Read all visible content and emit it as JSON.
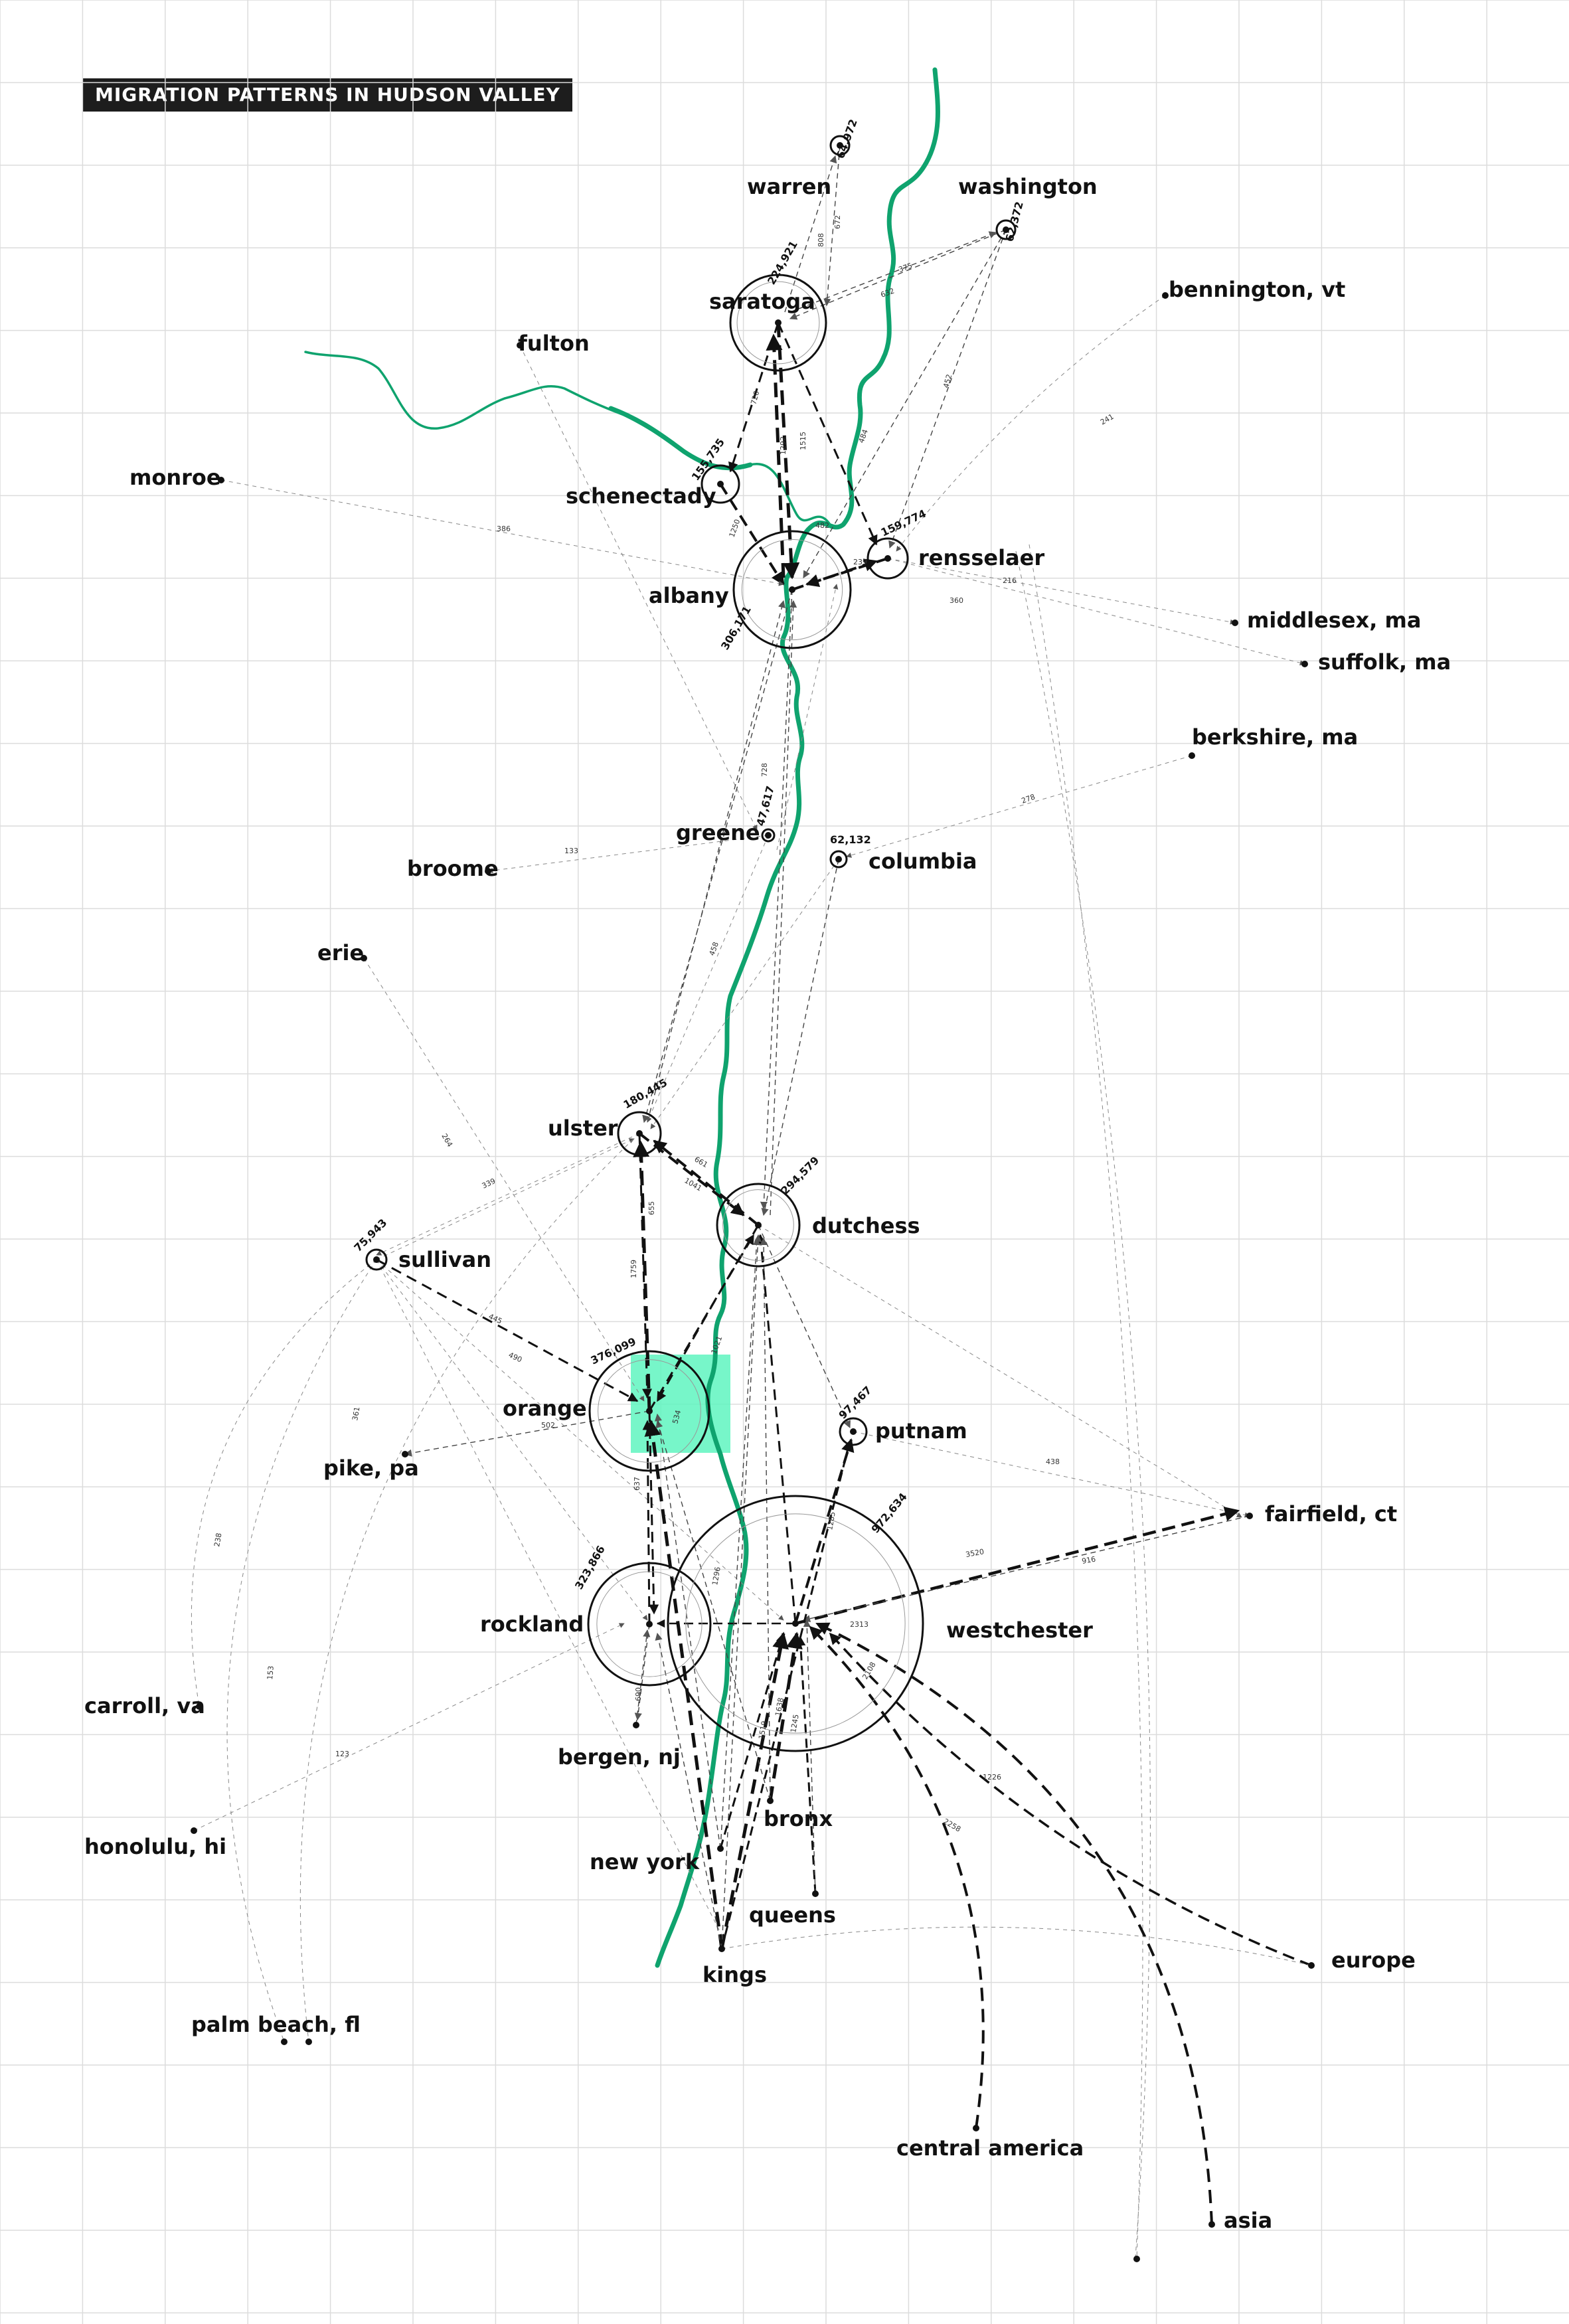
{
  "title": "MIGRATION PATTERNS IN HUDSON VALLEY",
  "colors": {
    "river": "#0fa36e",
    "highlight": "#5ff5c0",
    "grid": "#d9d9d9",
    "ink": "#111111"
  },
  "places": {
    "warren": "warren",
    "washington": "washington",
    "saratoga": "saratoga",
    "fulton": "fulton",
    "bennington": "bennington, vt",
    "monroe": "monroe",
    "schenectady": "schenectady",
    "albany": "albany",
    "rensselaer": "rensselaer",
    "middlesex": "middlesex, ma",
    "suffolk": "suffolk, ma",
    "berkshire": "berkshire, ma",
    "greene": "greene",
    "columbia": "columbia",
    "broome": "broome",
    "erie": "erie",
    "ulster": "ulster",
    "sullivan": "sullivan",
    "dutchess": "dutchess",
    "orange": "orange",
    "putnam": "putnam",
    "pike": "pike, pa",
    "fairfield": "fairfield, ct",
    "rockland": "rockland",
    "westchester": "westchester",
    "carroll": "carroll, va",
    "bergen": "bergen, nj",
    "honolulu": "honolulu, hi",
    "bronx": "bronx",
    "new_york": "new york",
    "queens": "queens",
    "kings": "kings",
    "europe": "europe",
    "palm_beach": "palm beach, fl",
    "central_america": "central america",
    "asia": "asia"
  },
  "populations": {
    "warren": "64,972",
    "washington": "62,372",
    "saratoga": "224,921",
    "schenectady": "155,735",
    "rensselaer": "159,774",
    "albany": "306,171",
    "greene": "47,617",
    "columbia": "62,132",
    "ulster": "180,445",
    "dutchess": "294,579",
    "sullivan": "75,943",
    "orange": "376,099",
    "putnam": "97,467",
    "rockland": "323,866",
    "westchester": "972,634"
  },
  "flow_counts": {
    "sar_alb": "1515",
    "alb_sar": "1292",
    "sch_alb": "1250",
    "sar_sch": "720",
    "alb_ren_a": "482",
    "alb_ren_b": "239",
    "war_sar": "808",
    "sar_war": "672",
    "ren_sar": "484",
    "was_sar": "632",
    "sar_was": "375",
    "was_ren": "452",
    "mon_alb": "386",
    "ren_mid": "360",
    "ren_suf": "216",
    "ber_col": "278",
    "ben_ren": "241",
    "gre_bro": "133",
    "alb_dut": "728",
    "ulster_alb": "458",
    "dut_ulster_a": "661",
    "dut_ulster_b": "1041",
    "ora_uls": "1759",
    "uls_ora": "655",
    "sul_ora": "445",
    "sul_ora_b": "490",
    "ora_pik": "502",
    "ora_dut": "1021",
    "put_fai": "438",
    "wes_fai": "3520",
    "fai_wes": "916",
    "roc_ora": "637",
    "ora_roc": "534",
    "kin_ora": "1296",
    "wes_roc": "2313",
    "wes_put": "1285",
    "asi_wes": "2258",
    "cam_wes": "2108",
    "eur_wes": "1226",
    "bro_wes": "1638",
    "que_wes": "1245",
    "nyc_wes": "1519",
    "roc_ber": "690",
    "eri_ora": "264",
    "hon": "123",
    "car": "238",
    "pal": "153",
    "pal_b": "361",
    "sul_uls": "339"
  }
}
